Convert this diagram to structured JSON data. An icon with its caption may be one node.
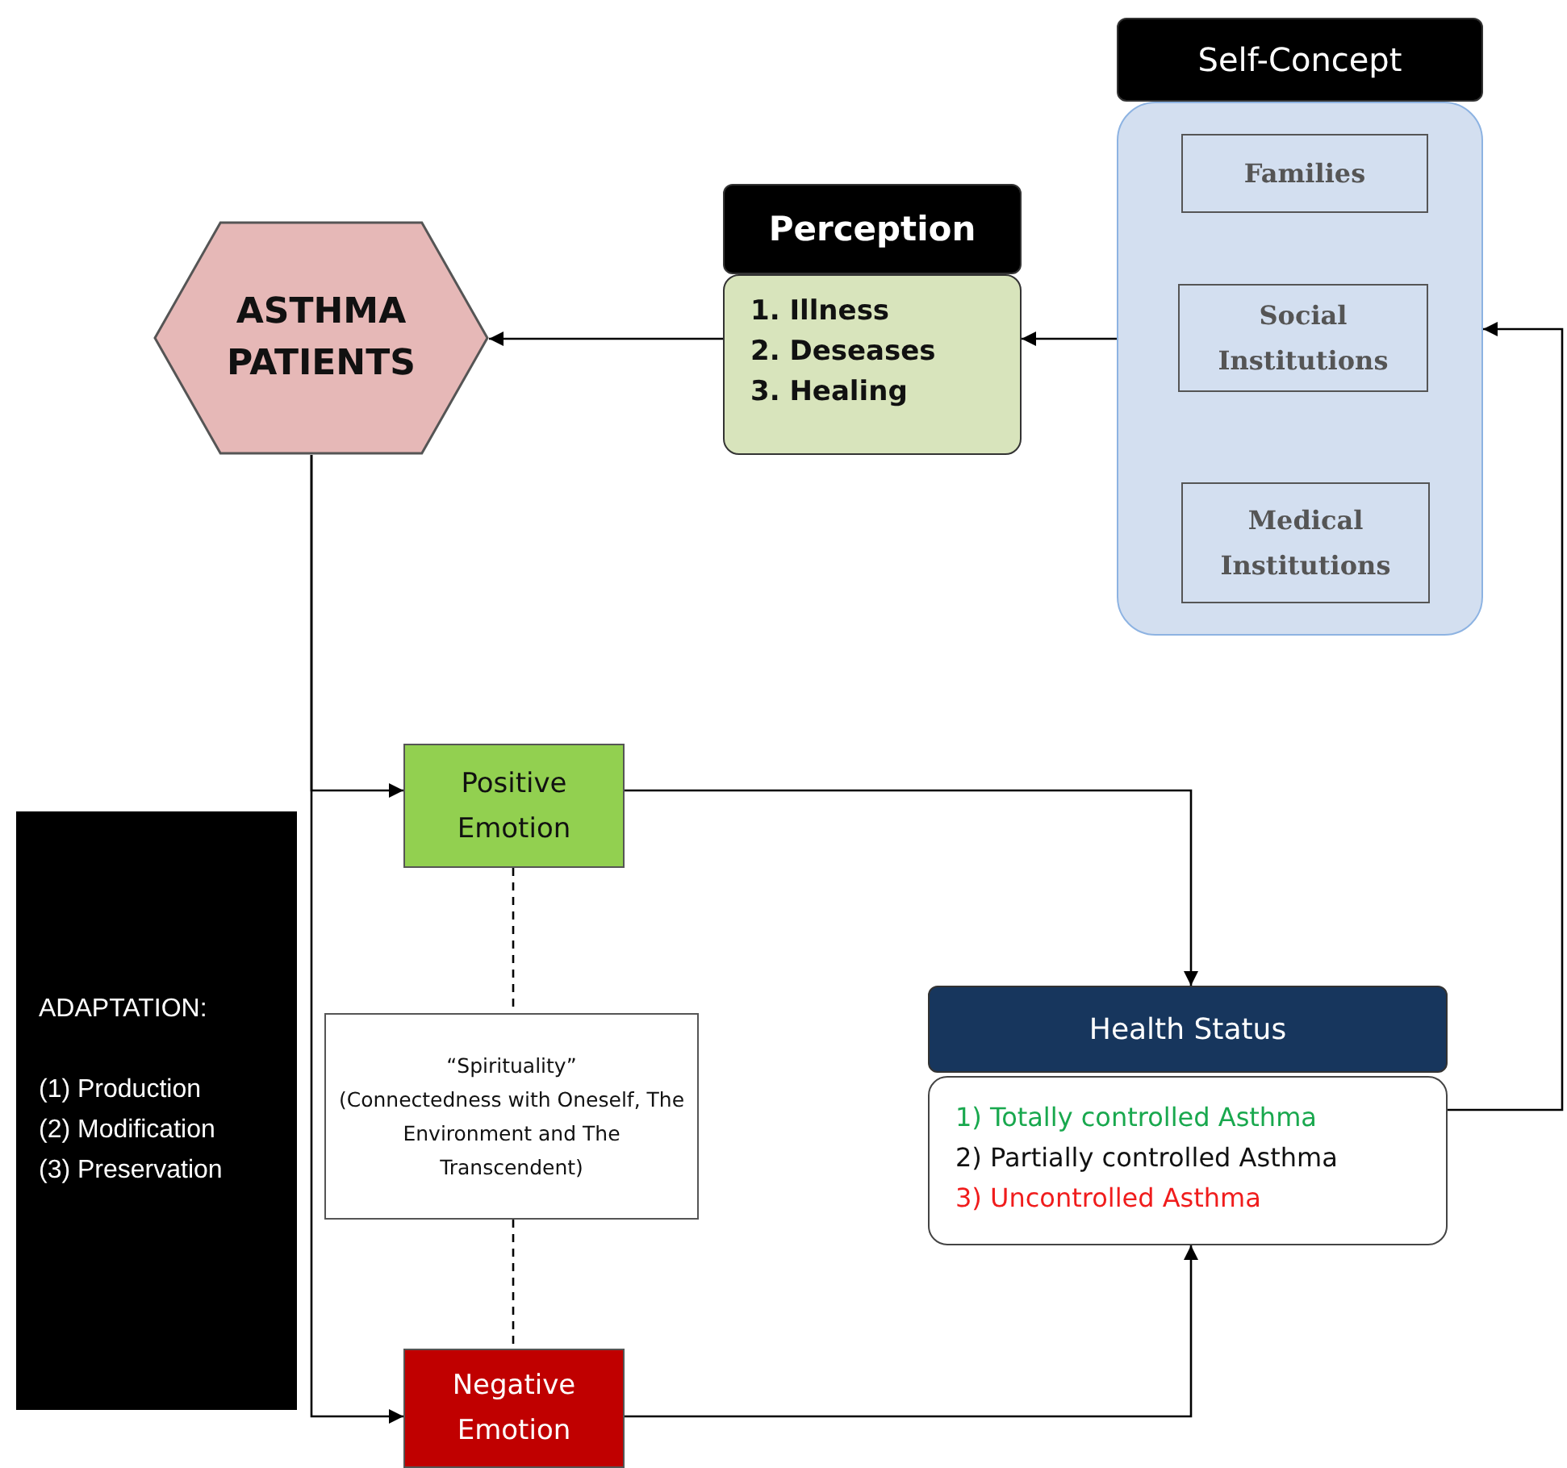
{
  "diagram": {
    "nodes": [
      {
        "text": [
          "ASTHMA PATIENTS"
        ]
      },
      {
        "text": [
          "Perception",
          "1. Illness",
          "2. Deseases",
          "3. Healing"
        ]
      },
      {
        "text": [
          "Self-Concept"
        ]
      },
      {
        "text": [
          "Families"
        ],
        "in": 2
      },
      {
        "text": [
          "Social Institutions"
        ],
        "in": 2
      },
      {
        "text": [
          "Medical Institutions"
        ],
        "in": 2
      },
      {
        "text": [
          "Positive Emotion"
        ]
      },
      {
        "text": [
          "“Spirituality”",
          "(Connectedness with Oneself, The Environment and The Transcendent)"
        ]
      },
      {
        "text": [
          "Negative Emotion"
        ]
      },
      {
        "text": [
          "Health Status",
          "1) Totally controlled Asthma",
          "2) Partially controlled Asthma",
          "3) Uncontrolled Asthma"
        ]
      },
      {
        "text": [
          "ADAPTATION:",
          "(1) Production",
          "(2) Modification",
          "(3) Preservation"
        ]
      }
    ],
    "edges": [
      {
        "from": 1,
        "to": 0,
        "arrow": "to"
      },
      {
        "from": 2,
        "to": 1,
        "arrow": "to"
      },
      {
        "from": 9,
        "to": 2,
        "arrow": "to"
      },
      {
        "from": 0,
        "to": 6,
        "arrow": "to"
      },
      {
        "from": 0,
        "to": 8,
        "arrow": "to"
      },
      {
        "from": 6,
        "to": 9,
        "arrow": "to"
      },
      {
        "from": 8,
        "to": 9,
        "arrow": "to"
      },
      {
        "from": 6,
        "to": 7,
        "arrow": "none",
        "style": "dashed"
      },
      {
        "from": 7,
        "to": 8,
        "arrow": "none",
        "style": "dashed"
      }
    ]
  }
}
